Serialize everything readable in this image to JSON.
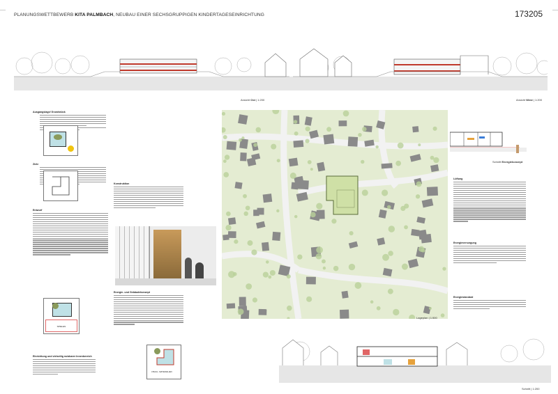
{
  "header": {
    "title_prefix": "PLANUNGSWETTBEWERB ",
    "title_bold": "KITA PALMBACH",
    "title_suffix": ", NEUBAU EINER SECHSGRUPPIGEN KINDERTAGESEINRICHTUNG",
    "number": "173205"
  },
  "elevations": {
    "east_label": "Ansicht",
    "east_bold": "Ost",
    "east_scale": " | 1:200",
    "west_label": "Ansicht",
    "west_bold": "West",
    "west_scale": " | 1:200"
  },
  "left_column": {
    "ausgangslage": "Ausgangslage/ Grundstück",
    "ziele": "Ziele",
    "entwurf": "Entwurf",
    "einrichtung": "Einrichtung und vielseitig nutzbarer Innenbereich"
  },
  "middle_column": {
    "konstruktion": "Konstruktion",
    "energie": "Energie- und Gebäudekonzept",
    "spielen": "SPIELEN",
    "diagram_caption": "3 BAUL. MATERIALIEN"
  },
  "site_plan": {
    "label": "Lageplan",
    "scale": " | 1:500"
  },
  "right_column": {
    "section_energy": "Schnitt",
    "section_energy_bold": "Energiekonzept",
    "lueftung": "Lüftung",
    "energieversorgung": "Energieversorgung",
    "energiestandard": "Energiestandard",
    "section_label": "Schnitt",
    "section_scale": " | 1:200"
  },
  "colors": {
    "site_green": "#e4ecd2",
    "building_gray": "#8a8a8a",
    "facade_red": "#c0392b",
    "diagram_blue": "#bfe1e6"
  }
}
